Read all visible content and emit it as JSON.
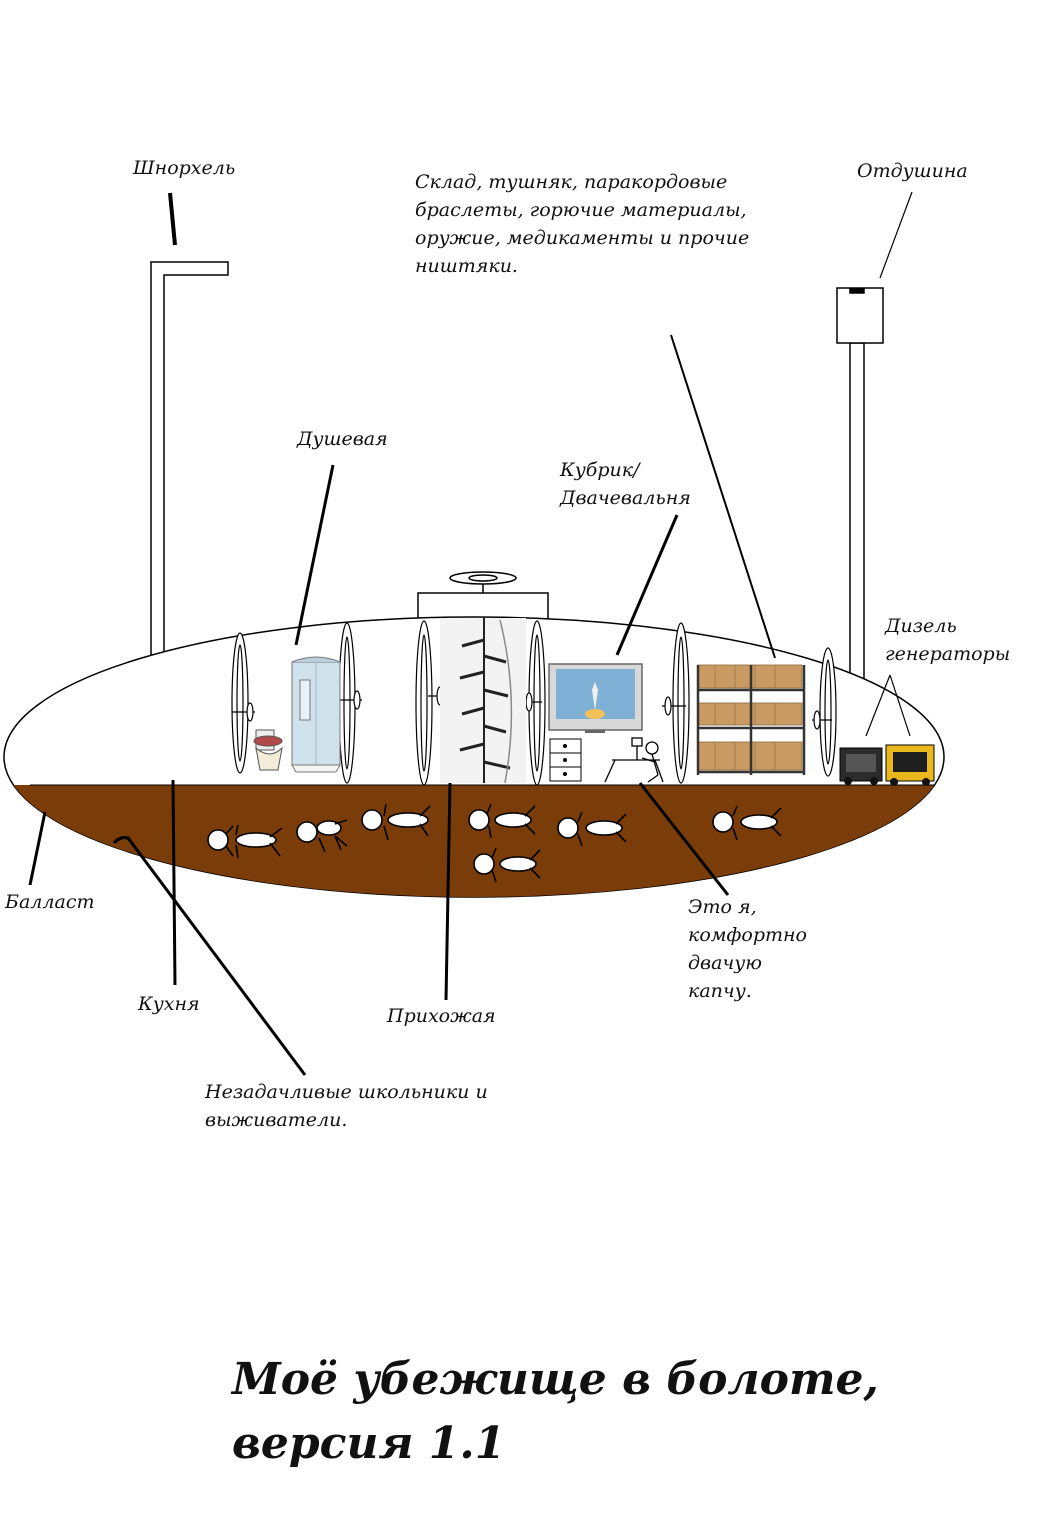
{
  "labels": {
    "snorkel": "Шнорхель",
    "warehouse": "Склад, тушняк, паракордовые браслеты, горючие материалы, оружие, медикаменты и прочие ништяки.",
    "vent": "Отдушина",
    "shower": "Душевая",
    "quarters": "Кубрик/ Двачевальня",
    "diesel": "Дизель генераторы",
    "ballast": "Балласт",
    "kitchen": "Кухня",
    "hallway": "Прихожая",
    "me": "Это я, комфортно двачую капчу.",
    "schoolkids": "Незадачливые школьники и выживатели.",
    "title": "Моё убежище в болоте, версия 1.1"
  },
  "colors": {
    "mud": "#7a3d0a",
    "outline": "#000000",
    "sky_screen": "#7fb0d6",
    "crates": "#c99b63",
    "shower_glass": "#cfe2ec"
  }
}
